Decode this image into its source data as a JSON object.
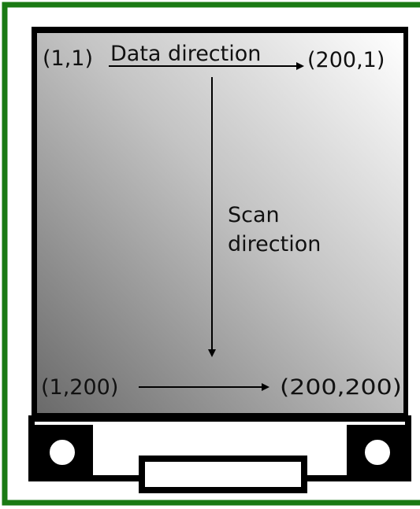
{
  "colors": {
    "board_border": "#1a7a14",
    "frame": "#000000",
    "screen_gradient_light": "#ffffff",
    "screen_gradient_dark": "#6a6a6a"
  },
  "labels": {
    "top_left": "(1,1)",
    "data_direction": "Data direction",
    "top_right": "(200,1)",
    "scan_direction_line1": "Scan",
    "scan_direction_line2": "direction",
    "bottom_left": "(1,200)",
    "bottom_right": "(200,200)"
  },
  "icons": {
    "left_mount": "mounting-hole-icon",
    "right_mount": "mounting-hole-icon",
    "connector": "connector-icon"
  }
}
